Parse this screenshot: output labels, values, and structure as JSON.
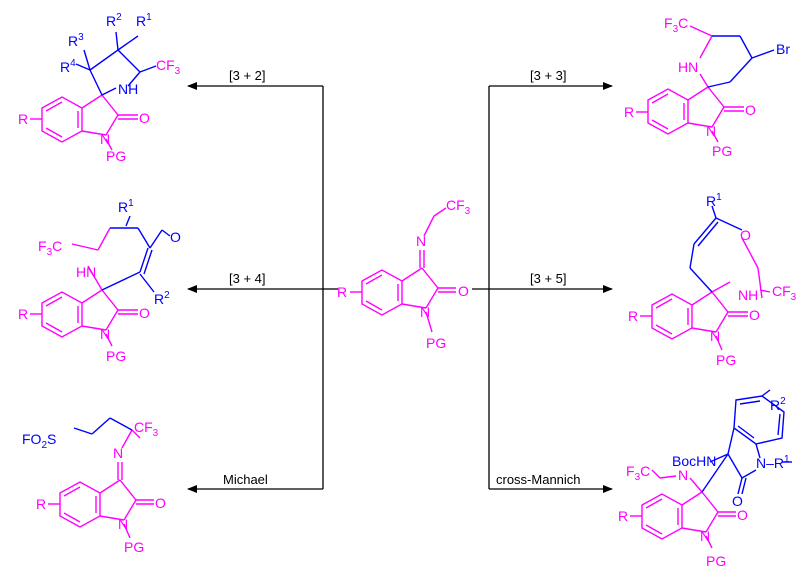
{
  "colors": {
    "core": "#ff00ff",
    "added": "#0000ff",
    "arrow": "#000000"
  },
  "reactions": {
    "r32": "[3 + 2]",
    "r33": "[3 + 3]",
    "r34": "[3 + 4]",
    "r35": "[3 + 5]",
    "michael": "Michael",
    "mannich": "cross-Mannich"
  },
  "atoms": {
    "R": "R",
    "R1": "R",
    "R2": "R",
    "R3": "R",
    "R4": "R",
    "sup1": "1",
    "sup2": "2",
    "sup3": "3",
    "sup4": "4",
    "CF": "CF",
    "F3C": "F",
    "C": "C",
    "sub3": "3",
    "sub2": "2",
    "N": "N",
    "O": "O",
    "NH": "NH",
    "HN": "HN",
    "PG": "PG",
    "Br": "Br",
    "FO": "FO",
    "S": "S",
    "BocHN": "BocHN",
    "dash": "–"
  }
}
